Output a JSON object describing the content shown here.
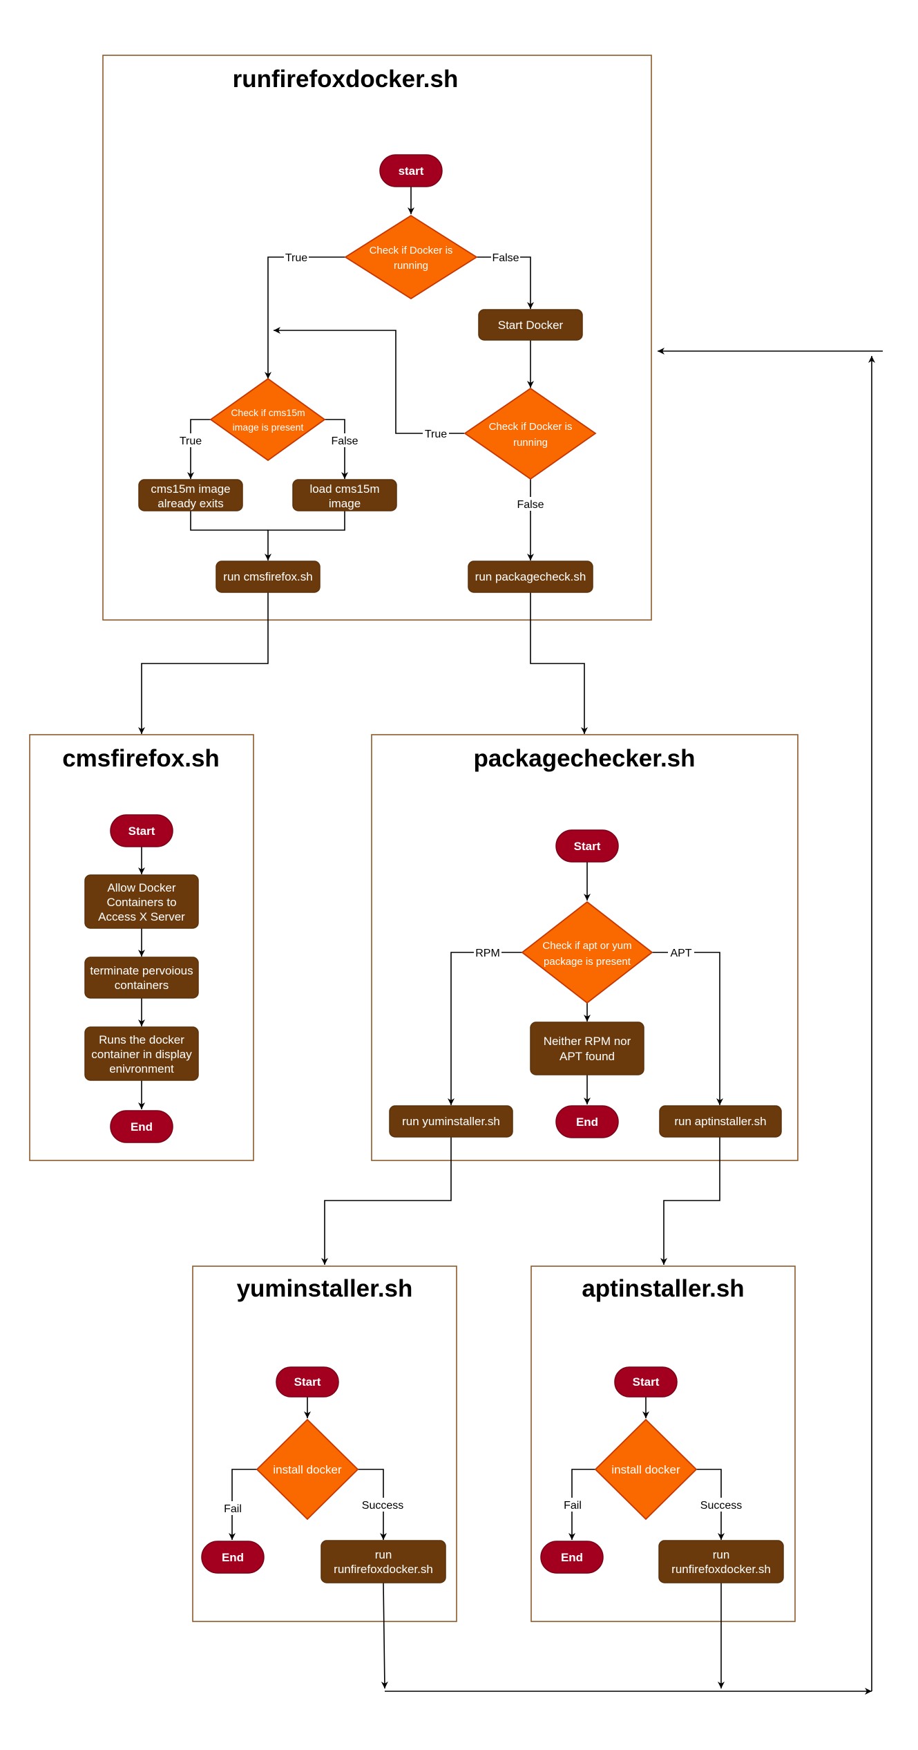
{
  "panels": {
    "runfirefoxdocker": {
      "title": "runfirefoxdocker.sh",
      "start": "start",
      "check_docker_1": [
        "Check if Docker is",
        "running"
      ],
      "start_docker": "Start Docker",
      "check_image": [
        "Check if cms15m",
        "image is present"
      ],
      "check_docker_2": [
        "Check if Docker is",
        "running"
      ],
      "image_exists": [
        "cms15m image",
        "already exits"
      ],
      "load_image": [
        "load cms15m",
        "image"
      ],
      "run_cmsfirefox": "run cmsfirefox.sh",
      "run_packagecheck": "run packagecheck.sh"
    },
    "cmsfirefox": {
      "title": "cmsfirefox.sh",
      "start": "Start",
      "allow_access": [
        "Allow Docker",
        "Containers to",
        "Access X Server"
      ],
      "terminate": [
        "terminate pervoious",
        "containers"
      ],
      "run_container": [
        "Runs the docker",
        "container in display",
        "enivronment"
      ],
      "end": "End"
    },
    "packagechecker": {
      "title": "packagechecker.sh",
      "start": "Start",
      "check_pkg": [
        "Check if apt or yum",
        "package is present"
      ],
      "neither": [
        "Neither RPM nor",
        "APT found"
      ],
      "end": "End",
      "run_yum": "run yuminstaller.sh",
      "run_apt": "run aptinstaller.sh"
    },
    "yuminstaller": {
      "title": "yuminstaller.sh",
      "start": "Start",
      "install": "install docker",
      "end": "End",
      "run_main": [
        "run",
        "runfirefoxdocker.sh"
      ]
    },
    "aptinstaller": {
      "title": "aptinstaller.sh",
      "start": "Start",
      "install": "install docker",
      "end": "End",
      "run_main": [
        "run",
        "runfirefoxdocker.sh"
      ]
    }
  },
  "edge_labels": {
    "true": "True",
    "false": "False",
    "rpm": "RPM",
    "apt": "APT",
    "fail": "Fail",
    "success": "Success"
  },
  "colors": {
    "process": "#6b3a0c",
    "terminal": "#a2001e",
    "decision": "#fa6800",
    "frame": "#8a5a2b"
  }
}
